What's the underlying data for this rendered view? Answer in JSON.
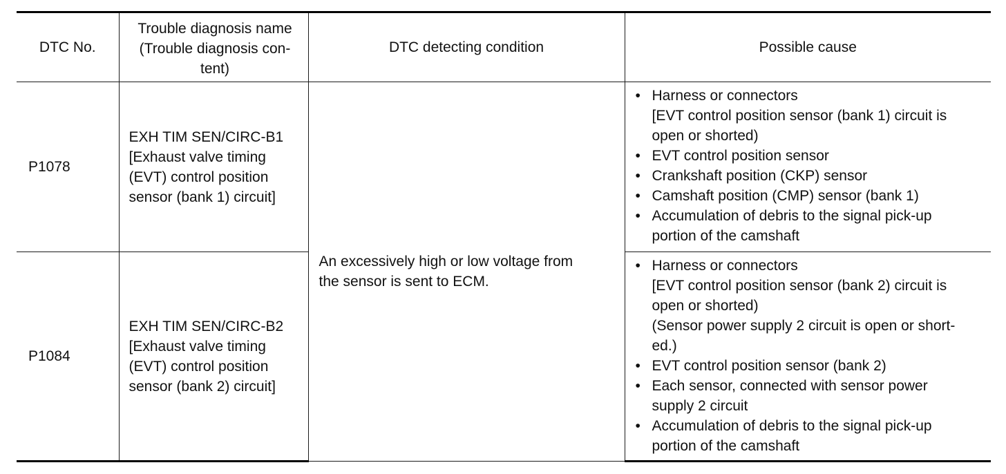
{
  "header": {
    "dtc_no": "DTC No.",
    "name_lines": [
      "Trouble diagnosis name",
      "(Trouble diagnosis con-",
      "tent)"
    ],
    "condition": "DTC detecting condition",
    "cause": "Possible cause"
  },
  "condition_lines": [
    "An excessively high or low voltage from",
    "the sensor is sent to ECM."
  ],
  "rows": [
    {
      "code": "P1078",
      "name_lines": [
        "EXH TIM SEN/CIRC-B1",
        "[Exhaust valve timing",
        "(EVT) control position",
        "sensor (bank 1) circuit]"
      ],
      "causes": [
        {
          "lines": [
            "Harness or connectors",
            "[EVT control position sensor (bank 1) circuit is",
            "open or shorted)"
          ]
        },
        {
          "lines": [
            "EVT control position sensor"
          ]
        },
        {
          "lines": [
            "Crankshaft position (CKP) sensor"
          ]
        },
        {
          "lines": [
            "Camshaft position (CMP) sensor (bank 1)"
          ]
        },
        {
          "lines": [
            "Accumulation of debris to the signal pick-up",
            "portion of the camshaft"
          ]
        }
      ]
    },
    {
      "code": "P1084",
      "name_lines": [
        "EXH TIM SEN/CIRC-B2",
        "[Exhaust valve timing",
        "(EVT) control position",
        "sensor (bank 2) circuit]"
      ],
      "causes": [
        {
          "lines": [
            "Harness or connectors",
            "[EVT control position sensor (bank 2) circuit is",
            "open or shorted)",
            "(Sensor power supply 2 circuit is open or short-",
            "ed.)"
          ]
        },
        {
          "lines": [
            "EVT control position sensor (bank 2)"
          ]
        },
        {
          "lines": [
            "Each sensor, connected with sensor power",
            "supply 2 circuit"
          ]
        },
        {
          "lines": [
            "Accumulation of debris to the signal pick-up",
            "portion of the camshaft"
          ]
        }
      ]
    }
  ]
}
